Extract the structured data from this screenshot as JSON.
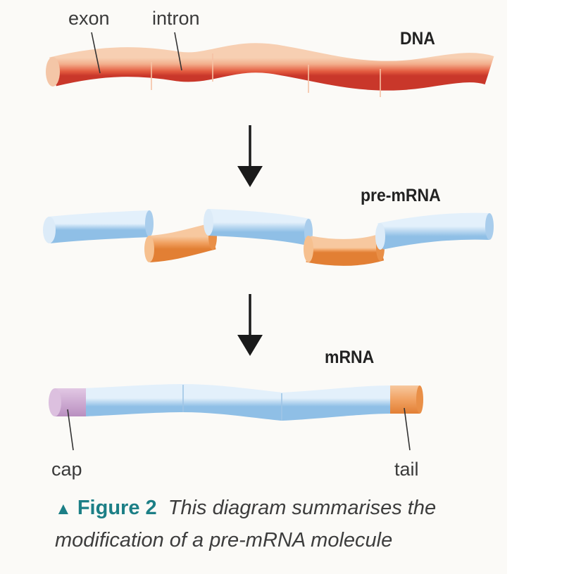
{
  "labels": {
    "exon": "exon",
    "intron": "intron",
    "dna": "DNA",
    "pre_mrna": "pre-mRNA",
    "mrna": "mRNA",
    "cap": "cap",
    "tail": "tail"
  },
  "caption": {
    "figure": "Figure 2",
    "text": "This diagram summarises the modification of a pre-mRNA molecule"
  },
  "colors": {
    "dna_strand": "#e66b4c",
    "exon_rna": "#b9d6ef",
    "intron_rna": "#f0a566",
    "cap": "#c9a3cf",
    "tail": "#f0a566",
    "caption_accent": "#1c7f86"
  }
}
